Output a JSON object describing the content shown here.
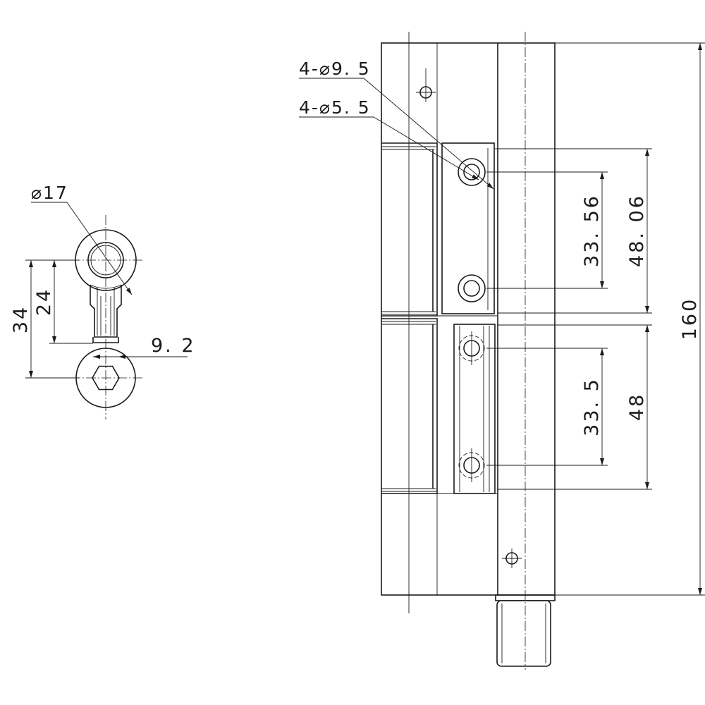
{
  "side_view": {
    "diameter_label": "⌀17",
    "dim_34": "34",
    "dim_24": "24",
    "dim_9_2": "9. 2"
  },
  "front_view": {
    "callout_large_holes": "4-⌀9. 5",
    "callout_small_holes": "4-⌀5. 5",
    "dim_33_56": "33. 56",
    "dim_48_06": "48. 06",
    "dim_33_5": "33. 5",
    "dim_48": "48",
    "dim_160": "160"
  }
}
